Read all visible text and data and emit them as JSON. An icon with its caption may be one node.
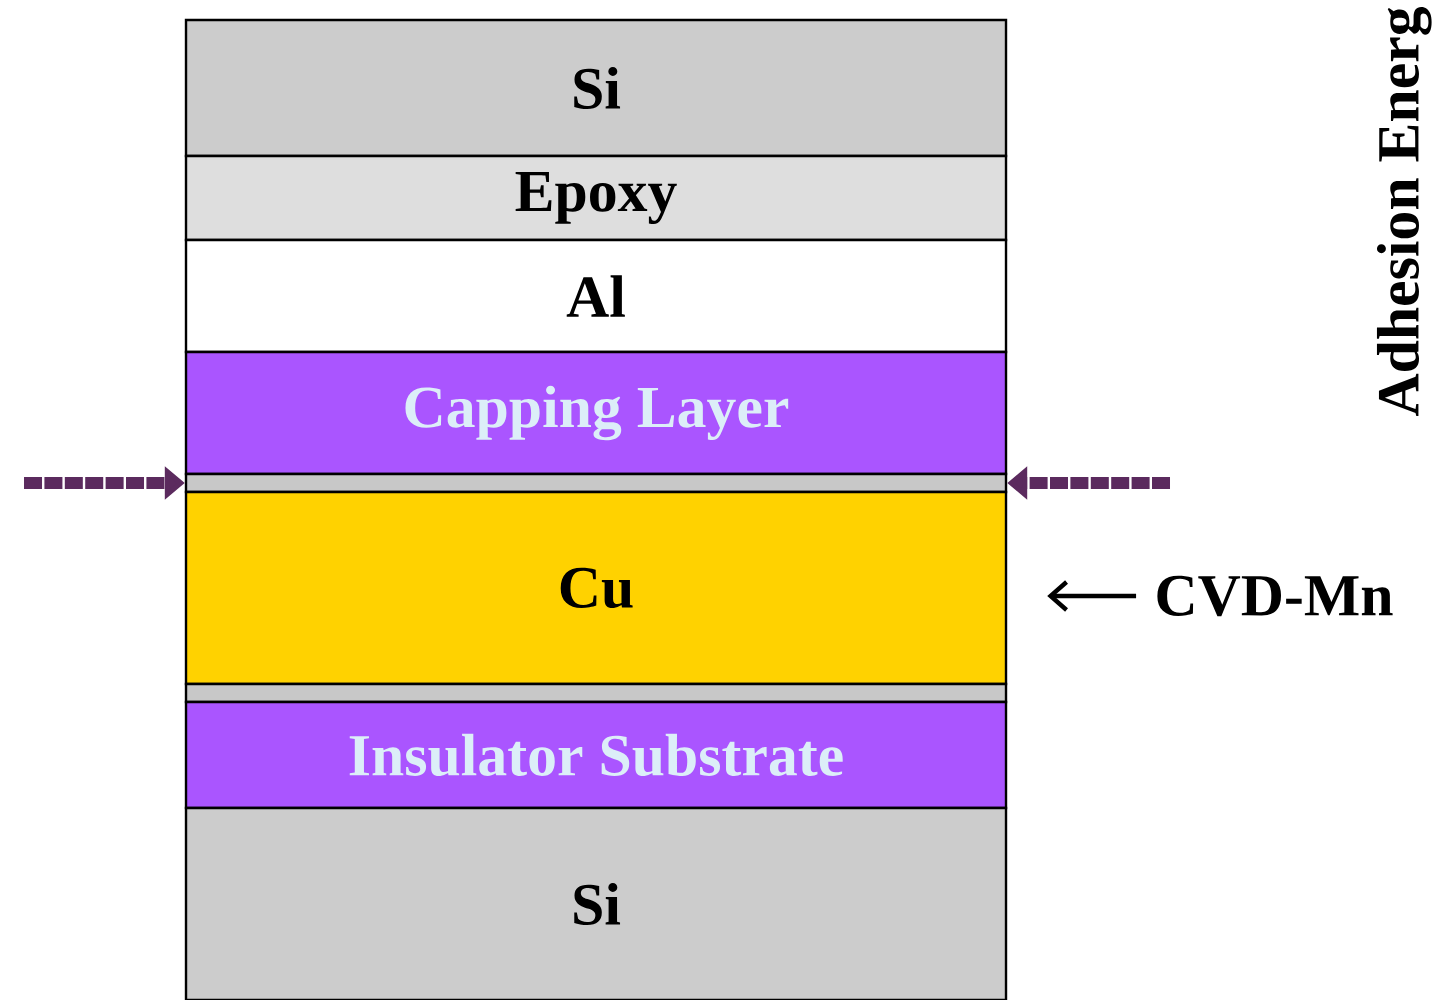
{
  "diagram": {
    "nodes": [
      {
        "text": [
          "Si"
        ]
      },
      {
        "text": [
          "Epoxy"
        ]
      },
      {
        "text": [
          "Al"
        ]
      },
      {
        "text": [
          "Capping Layer"
        ]
      },
      {
        "text": [],
        "shape": "bar"
      },
      {
        "text": [
          "Cu"
        ]
      },
      {
        "text": [],
        "shape": "bar"
      },
      {
        "text": [
          "Insulator Substrate"
        ]
      },
      {
        "text": [
          "Si"
        ]
      },
      {
        "text": [
          "CVD-Mn"
        ]
      }
    ],
    "edges": [
      {
        "from": null,
        "to": 4,
        "arrow": "to",
        "style": "dashed",
        "color": "#5b2a5e"
      },
      {
        "from": null,
        "to": 4,
        "arrow": "to",
        "style": "dashed",
        "color": "#5b2a5e"
      },
      {
        "from": 9,
        "to": 5,
        "arrow": "to",
        "color": "#000000"
      }
    ],
    "labels": [
      "Adhesion Energ"
    ]
  }
}
